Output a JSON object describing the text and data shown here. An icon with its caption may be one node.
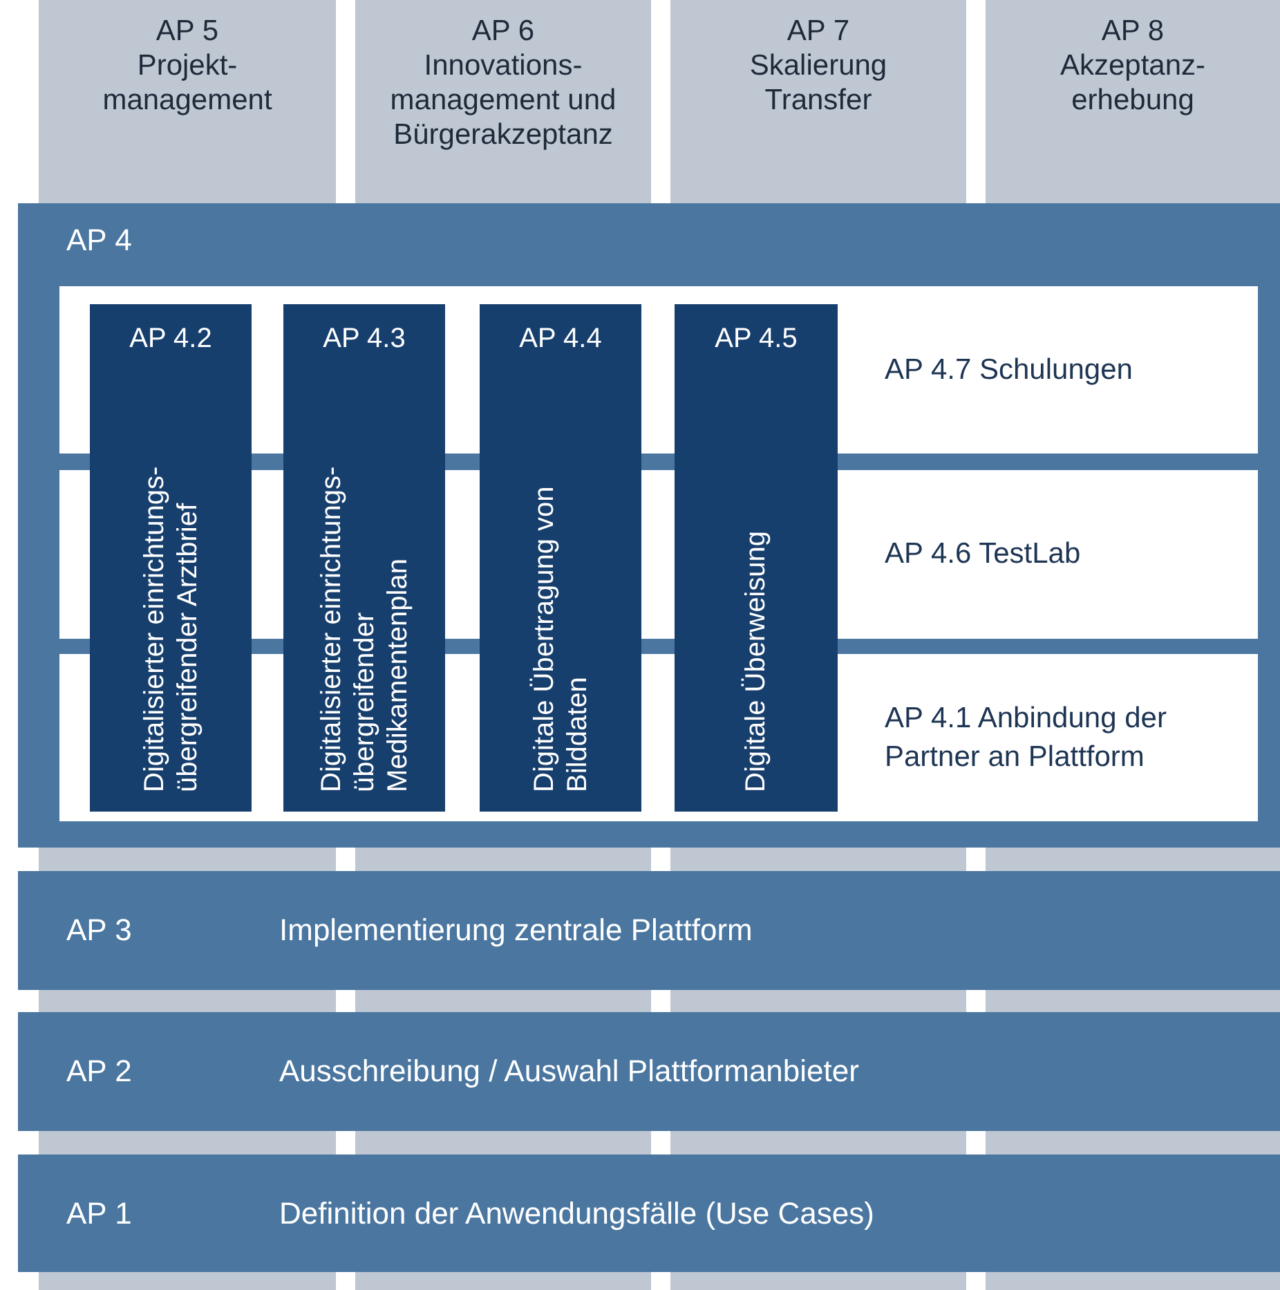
{
  "diagram": {
    "nodes": [
      {
        "text": [
          "AP 5",
          "Projekt- management"
        ]
      },
      {
        "text": [
          "AP 6",
          "Innovations- management und Bürgerakzeptanz"
        ]
      },
      {
        "text": [
          "AP 7",
          "Skalierung Transfer"
        ]
      },
      {
        "text": [
          "AP 8",
          "Akzeptanz- erhebung"
        ]
      },
      {
        "text": [
          "AP 4"
        ]
      },
      {
        "text": [
          "AP 4.2",
          "Digitalisierter einrichtungs- übergreifender Arztbrief"
        ],
        "in": 4
      },
      {
        "text": [
          "AP 4.3",
          "Digitalisierter einrichtungs- übergreifender Medikamentenplan"
        ],
        "in": 4
      },
      {
        "text": [
          "AP 4.4",
          "Digitale Übertragung von Bilddaten"
        ],
        "in": 4
      },
      {
        "text": [
          "AP 4.5",
          "Digitale Überweisung"
        ],
        "in": 4
      },
      {
        "text": [
          "AP 4.7 Schulungen"
        ],
        "in": 4
      },
      {
        "text": [
          "AP 4.6 TestLab"
        ],
        "in": 4
      },
      {
        "text": [
          "AP 4.1 Anbindung der Partner an Plattform"
        ],
        "in": 4
      },
      {
        "text": [
          "AP 3",
          "Implementierung zentrale Plattform"
        ]
      },
      {
        "text": [
          "AP 2",
          "Ausschreibung / Auswahl Plattformanbieter"
        ]
      },
      {
        "text": [
          "AP 1",
          "Definition der Anwendungsfälle (Use Cases)"
        ]
      }
    ]
  }
}
